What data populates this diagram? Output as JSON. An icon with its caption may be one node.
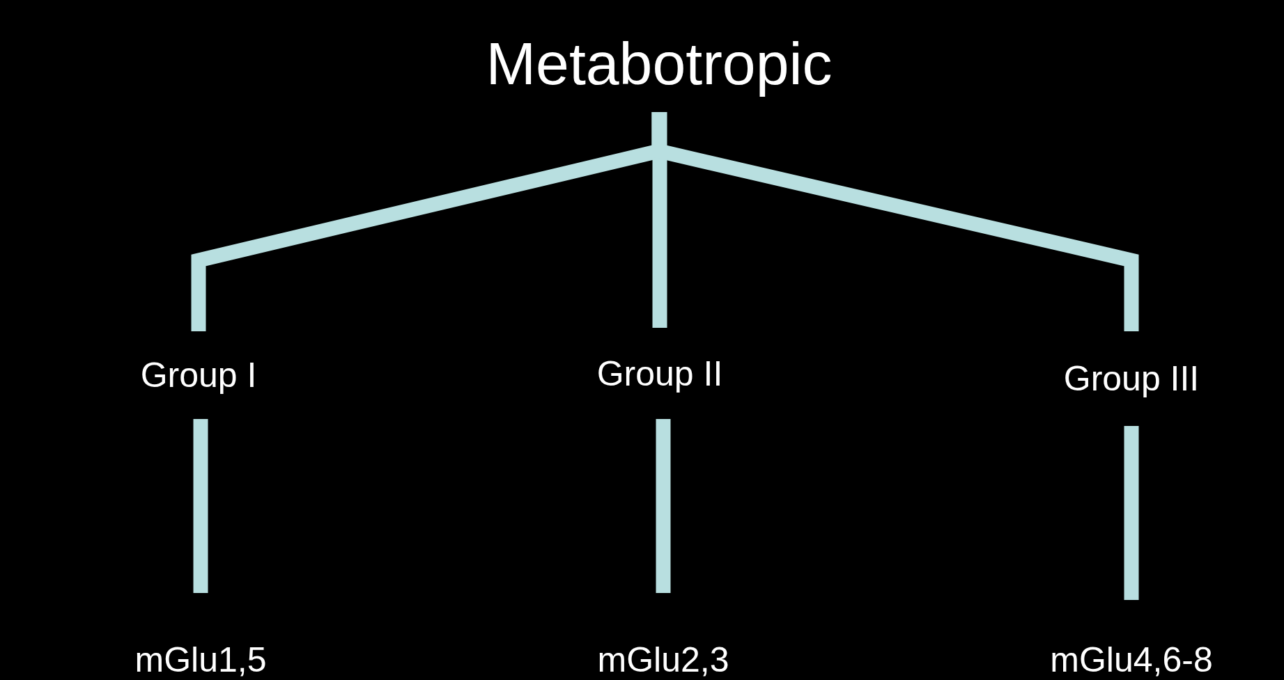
{
  "diagram": {
    "nodes": [
      {
        "text": [
          "Metabotropic"
        ]
      },
      {
        "text": [
          "Group I"
        ]
      },
      {
        "text": [
          "Group II"
        ]
      },
      {
        "text": [
          "Group III"
        ]
      },
      {
        "text": [
          "mGlu1,5"
        ]
      },
      {
        "text": [
          "mGlu2,3"
        ]
      },
      {
        "text": [
          "mGlu4,6-8"
        ]
      }
    ],
    "edges": [
      {
        "from": 0,
        "to": 1,
        "arrow": "none"
      },
      {
        "from": 0,
        "to": 2,
        "arrow": "none"
      },
      {
        "from": 0,
        "to": 3,
        "arrow": "none"
      },
      {
        "from": 1,
        "to": 4,
        "arrow": "none"
      },
      {
        "from": 2,
        "to": 5,
        "arrow": "none"
      },
      {
        "from": 3,
        "to": 6,
        "arrow": "none"
      }
    ]
  }
}
